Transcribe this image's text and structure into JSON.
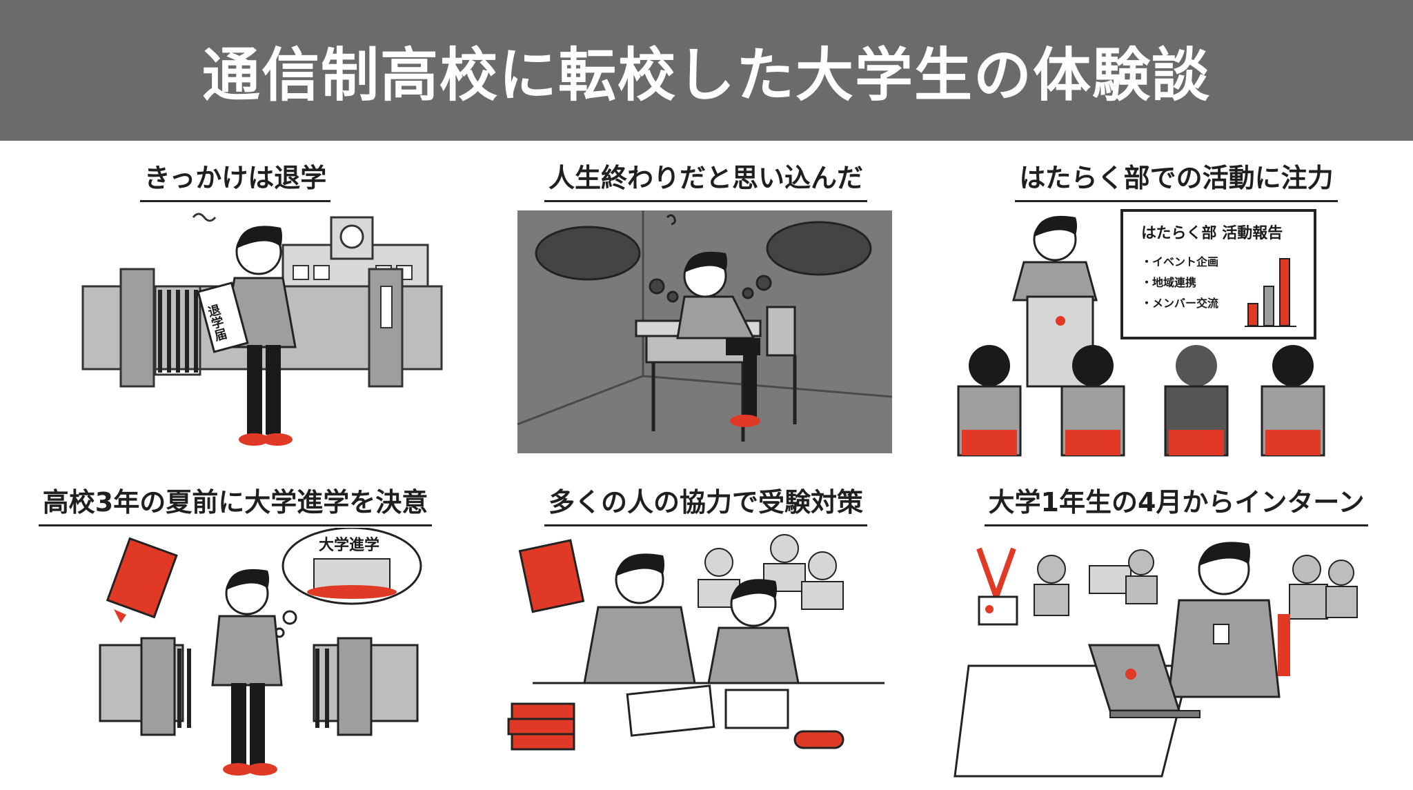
{
  "title": "通信制高校に転校した大学生の体験談",
  "panels": [
    {
      "caption": "きっかけは退学",
      "sign": "退学届"
    },
    {
      "caption": "人生終わりだと思い込んだ"
    },
    {
      "caption": "はたらく部での活動に注力",
      "board_title": "はたらく部 活動報告",
      "board_items": [
        "・イベント企画",
        "・地域連携",
        "・メンバー交流"
      ]
    },
    {
      "caption": "高校3年の夏前に大学進学を決意",
      "thought": "大学進学"
    },
    {
      "caption": "多くの人の協力で受験対策"
    },
    {
      "caption": "大学1年生の4月からインターン"
    }
  ],
  "colors": {
    "accent": "#e03a26",
    "header": "#6b6b6b",
    "gray": "#9e9e9e",
    "dark": "#1a1a1a"
  }
}
